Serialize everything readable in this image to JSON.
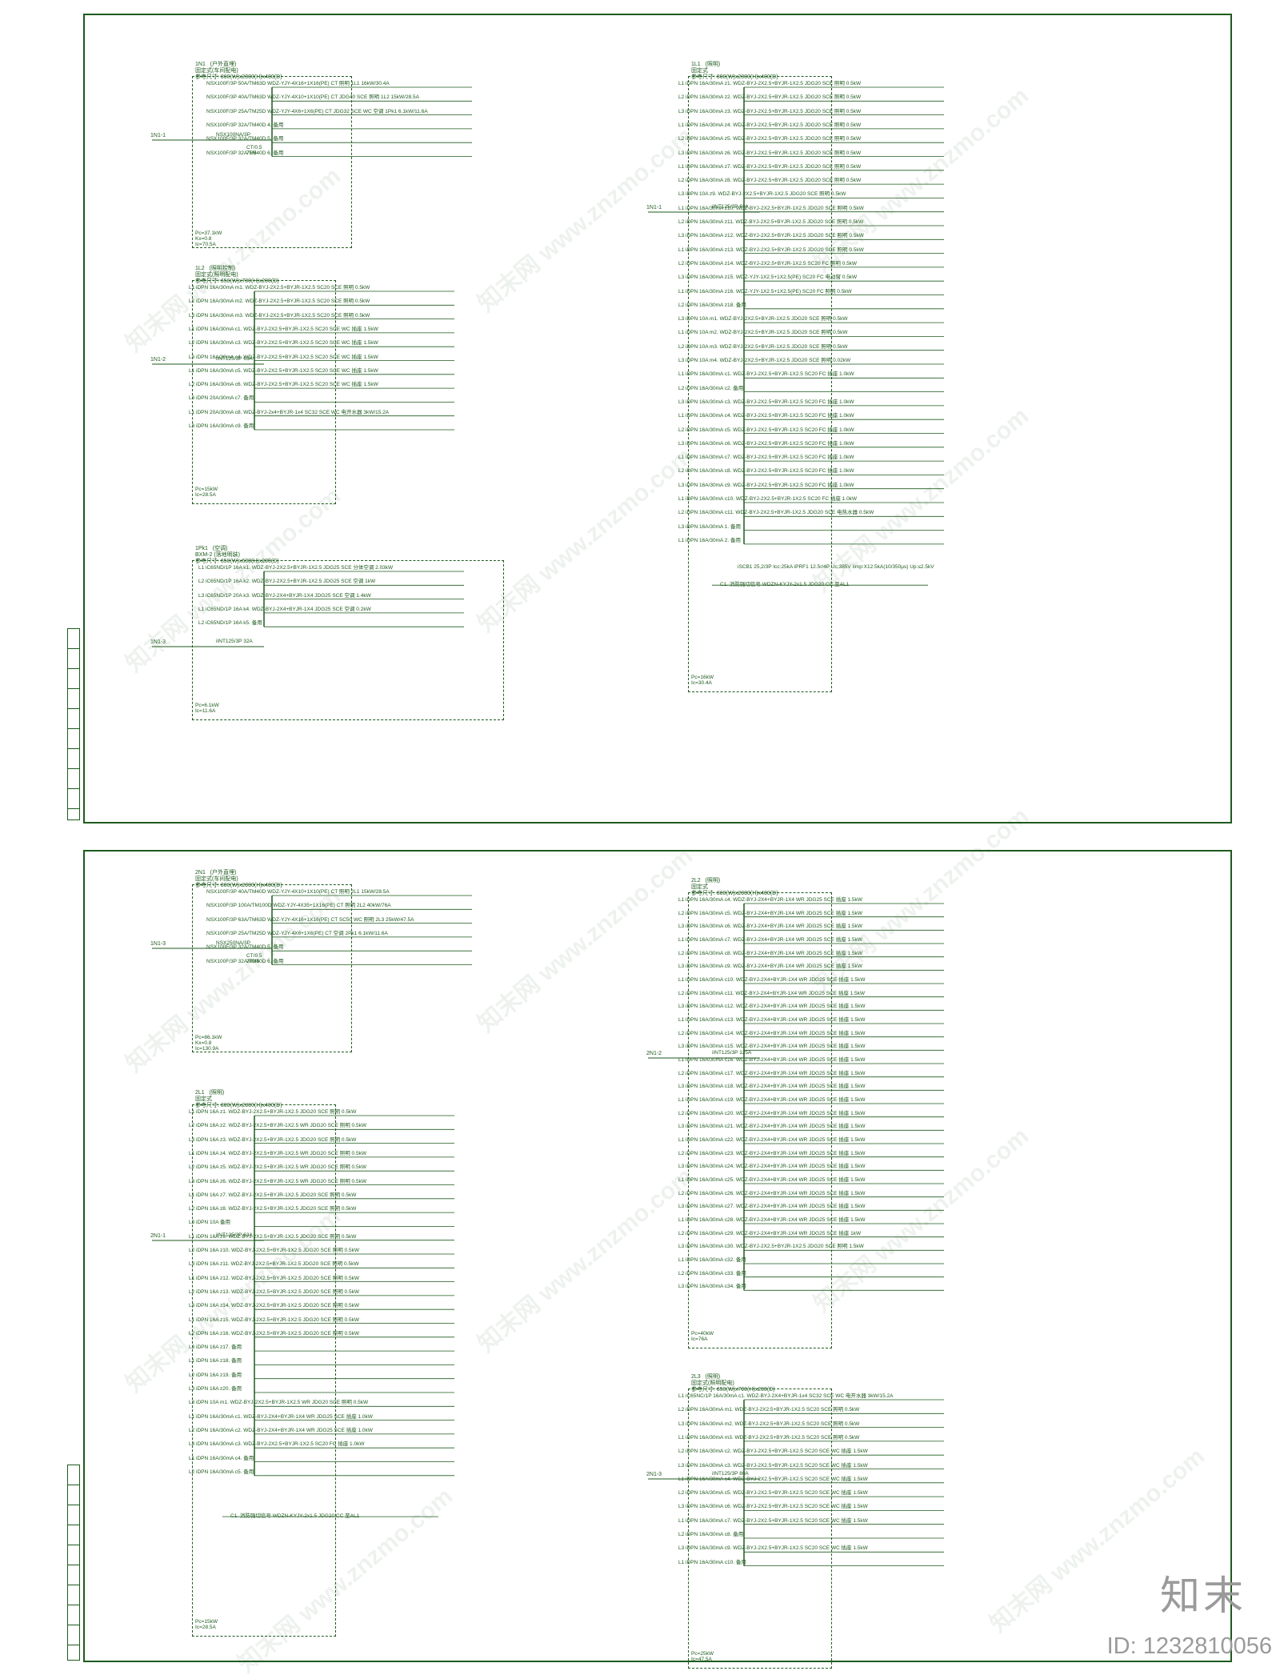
{
  "brand": {
    "name": "知末",
    "id_text": "ID: 1232810056"
  },
  "watermark": "知末网 www.znzmo.com",
  "panels": [
    {
      "id": "1N1",
      "title": "1N1   (户外直埋)\n固定式(车间配电)\n参考尺寸: 800(W)x2000(H)x400(D)",
      "feeder": "1N1-1",
      "breaker": "NSX100NA/3P",
      "ct": "CT/0.5\n75/5",
      "rows": [
        "NSX100F/3P 50A/TM63D   WDZ-YJY-4X16+1X16(PE) CT   照明 1L1 16kW/30.4A",
        "NSX100F/3P 40A/TM63D   WDZ-YJY-4X10+1X10(PE) CT JDG40 SCE   照明 1L2 15kW/28.5A",
        "NSX100F/3P 25A/TM25D   WDZ-YJY-4X6+1X6(PE) CT JDG32 SCE WC   空调 1Pk1 6.1kW/11.6A",
        "NSX100F/3P 32A/TM40D   4.   备用",
        "NSX100F/3P 32A/TM40D   5.   备用",
        "NSX100F/3P 32A/TM40D   6.   备用"
      ],
      "totals": "Pc=37.1kW\nKx=0.8\nIc=70.5A"
    },
    {
      "id": "1L2",
      "title": "1L2   (照明控制)\n固定式(照明配电)\n参考尺寸: 650(W)x700(H)x200(D)",
      "feeder": "1N1-2",
      "breaker": "iINT125/3P 63A",
      "rows": [
        "L1 iDPN 16A/30mA   m1. WDZ-BYJ-2X2.5+BYJR-1X2.5 SC20 SCE   照明 0.5kW",
        "L2 iDPN 16A/30mA   m2. WDZ-BYJ-2X2.5+BYJR-1X2.5 SC20 SCE   照明 0.5kW",
        "L3 iDPN 16A/30mA   m3. WDZ-BYJ-2X2.5+BYJR-1X2.5 SC20 SCE   照明 0.5kW",
        "L1 iDPN 16A/30mA   c1. WDZ-BYJ-2X2.5+BYJR-1X2.5 SC20 SCE WC   插座 1.5kW",
        "L2 iDPN 16A/30mA   c3. WDZ-BYJ-2X2.5+BYJR-1X2.5 SC20 SCE WC   插座 1.5kW",
        "L3 iDPN 16A/30mA   c4. WDZ-BYJ-2X2.5+BYJR-1X2.5 SC20 SCE WC   插座 1.5kW",
        "L1 iDPN 16A/30mA   c5. WDZ-BYJ-2X2.5+BYJR-1X2.5 SC20 SCE WC   插座 1.5kW",
        "L2 iDPN 16A/30mA   c6. WDZ-BYJ-2X2.5+BYJR-1X2.5 SC20 SCE WC   插座 1.5kW",
        "L3 iDPN 20A/30mA   c7.   备用",
        "L1 iDPN 20A/30mA   c8. WDZ-BYJ-2x4+BYJR-1x4 SC32 SCE WC   电开水器 3kW/15.2A",
        "L3 iDPN 16A/30mA   c9.   备用"
      ],
      "totals": "Pc=15kW\nIc=28.5A"
    },
    {
      "id": "1Pk1",
      "title": "1Pk1   (空调)\nBXM-2 (落地明装)\n参考尺寸: 650(W)x600(H)x200(D)",
      "feeder": "1N1-3",
      "breaker": "iINT125/3P 32A",
      "rows": [
        "L1 iC65ND/1P 16A   k1. WDZ-BYJ-2X2.5+BYJR-1X2.5 JDG25 SCE   分体空调 2.03kW",
        "L2 iC65ND/1P 16A   k2. WDZ-BYJ-2X2.5+BYJR-1X2.5 JDG25 SCE   空调 1kW",
        "L3 iC65ND/1P 20A   k3. WDZ-BYJ-2X4+BYJR-1X4 JDG25 SCE   空调 1.4kW",
        "L1 iC65ND/1P 16A   k4. WDZ-BYJ-2X4+BYJR-1X4 JDG25 SCE   空调 0.2kW",
        "L2 iC65ND/1P 16A   k5.   备用"
      ],
      "totals": "Pc=6.1kW\nIc=11.6A"
    },
    {
      "id": "1L1",
      "title": "1L1   (照明)\n固定式\n参考尺寸: 800(W)x2000(H)x400(D)",
      "feeder": "1N1-1",
      "breaker": "iINT125/3P 63A",
      "rows": [
        "L1 iDPN 16A/30mA   z1. WDZ-BYJ-2X2.5+BYJR-1X2.5 JDG20 SCE   照明 0.5kW",
        "L2 iDPN 16A/30mA   z2. WDZ-BYJ-2X2.5+BYJR-1X2.5 JDG20 SCE   照明 0.5kW",
        "L3 iDPN 16A/30mA   z3. WDZ-BYJ-2X2.5+BYJR-1X2.5 JDG20 SCE   照明 0.5kW",
        "L1 iDPN 16A/30mA   z4. WDZ-BYJ-2X2.5+BYJR-1X2.5 JDG20 SCE   照明 0.5kW",
        "L2 iDPN 16A/30mA   z5. WDZ-BYJ-2X2.5+BYJR-1X2.5 JDG20 SCE   照明 0.5kW",
        "L3 iDPN 16A/30mA   z6. WDZ-BYJ-2X2.5+BYJR-1X2.5 JDG20 SCE   照明 0.5kW",
        "L1 iDPN 16A/30mA   z7. WDZ-BYJ-2X2.5+BYJR-1X2.5 JDG20 SCE   照明 0.5kW",
        "L2 iDPN 16A/30mA   z8. WDZ-BYJ-2X2.5+BYJR-1X2.5 JDG20 SCE   照明 0.5kW",
        "L3 iDPN 10A   z9. WDZ-BYJ-2X2.5+BYJR-1X2.5 JDG20 SCE   照明 0.5kW",
        "L1 iDPN 16A/30mA   z10. WDZ-BYJ-2X2.5+BYJR-1X2.5 JDG20 SCE   照明 0.5kW",
        "L2 iDPN 16A/30mA   z11. WDZ-BYJ-2X2.5+BYJR-1X2.5 JDG20 SCE   照明 0.5kW",
        "L3 iDPN 16A/30mA   z12. WDZ-BYJ-2X2.5+BYJR-1X2.5 JDG20 SCE   照明 0.5kW",
        "L1 iDPN 16A/30mA   z13. WDZ-BYJ-2X2.5+BYJR-1X2.5 JDG20 SCE   照明 0.5kW",
        "L2 iDPN 16A/30mA   z14. WDZ-BYJ-2X2.5+BYJR-1X2.5 SC20 FC   照明 0.5kW",
        "L3 iDPN 16A/30mA   z15. WDZ-YJY-1X2.5+1X2.5(PE) SC20 FC   电动窗 0.5kW",
        "L1 iDPN 16A/30mA   z16. WDZ-YJY-1X2.5+1X2.5(PE) SC20 FC   照明 0.5kW",
        "L2 iDPN 16A/30mA   z18.   备用",
        "L3 iDPN 10A   m1. WDZ-BYJ-2X2.5+BYJR-1X2.5 JDG20 SCE   照明 0.5kW",
        "L1 iDPN 10A   m2. WDZ-BYJ-2X2.5+BYJR-1X2.5 JDG20 SCE   照明 0.5kW",
        "L2 iDPN 10A   m3. WDZ-BYJ-2X2.5+BYJR-1X2.5 JDG20 SCE   照明 0.5kW",
        "L3 iDPN 10A   m4. WDZ-BYJ-2X2.5+BYJR-1X2.5 JDG20 SCE   照明 0.02kW",
        "L1 iDPN 16A/30mA   c1. WDZ-BYJ-2X2.5+BYJR-1X2.5 SC20 FC   插座 1.0kW",
        "L2 iDPN 16A/30mA   c2.   备用",
        "L3 iDPN 16A/30mA   c3. WDZ-BYJ-2X2.5+BYJR-1X2.5 SC20 FC   插座 1.0kW",
        "L1 iDPN 16A/30mA   c4. WDZ-BYJ-2X2.5+BYJR-1X2.5 SC20 FC   插座 1.0kW",
        "L2 iDPN 16A/30mA   c5. WDZ-BYJ-2X2.5+BYJR-1X2.5 SC20 FC   插座 1.0kW",
        "L3 iDPN 16A/30mA   c6. WDZ-BYJ-2X2.5+BYJR-1X2.5 SC20 FC   插座 1.0kW",
        "L1 iDPN 16A/30mA   c7. WDZ-BYJ-2X2.5+BYJR-1X2.5 SC20 FC   插座 1.0kW",
        "L2 iDPN 16A/30mA   c8. WDZ-BYJ-2X2.5+BYJR-1X2.5 SC20 FC   插座 1.0kW",
        "L3 iDPN 16A/30mA   c9. WDZ-BYJ-2X2.5+BYJR-1X2.5 SC20 FC   插座 1.0kW",
        "L1 iDPN 16A/30mA   c10. WDZ-BYJ-2X2.5+BYJR-1X2.5 SC20 FC   插座 1.0kW",
        "L2 iDPN 16A/30mA   c11. WDZ-BYJ-2X2.5+BYJR-1X2.5 JDG20 SCE   电热水器 0.5kW",
        "L3 iDPN 16A/30mA   1.   备用",
        "L1 iDPN 16A/30mA   2.   备用"
      ],
      "spd": "iSCB1 25,2/3P  Icc:25kA   iPRF1 12.5r/4P  Uc:385V  Iimp:X12.5kA(10/350μs)  Up:≤2.5kV",
      "fire": "C1. 消防强切信号   WDZN-KYJY-2x1.5 JDG20 CC   至AL1",
      "totals": "Pc=16kW\nIc=30.4A"
    },
    {
      "id": "2N1",
      "title": "2N1   (户外直埋)\n固定式(车间配电)\n参考尺寸: 800(W)x2000(H)x400(D)",
      "feeder": "1N1-3",
      "breaker": "NSX250NA/3P",
      "ct": "CT/0.5\n200/5",
      "rows": [
        "NSX100F/3P 40A/TM40D   WDZ-YJY-4X10+1X10(PE) CT   照明 2L1 15kW/28.5A",
        "NSX100F/3P 100A/TM100D   WDZ-YJY-4X35+1X16(PE) CT   照明 2L2 40kW/76A",
        "NSX100F/3P 63A/TM63D   WDZ-YJY-4X16+1X16(PE) CT SC50 WC   照明 2L3 25kW/47.5A",
        "NSX100F/3P 25A/TM25D   WDZ-YJY-4X6+1X6(PE) CT   空调 2Pk1 6.1kW/11.6A",
        "NSX100F/3P 32A/TM40D   5.   备用",
        "NSX100F/3P 32A/TM40D   6.   备用"
      ],
      "totals": "Pc=86.1kW\nKx=0.8\nIc=130.9A"
    },
    {
      "id": "2L1",
      "title": "2L1   (照明)\n固定式\n参考尺寸: 800(W)x2000(H)x400(D)",
      "feeder": "2N1-1",
      "breaker": "iINT125/3P 63A",
      "rows": [
        "L1 iDPN 16A   z1. WDZ-BYJ-2X2.5+BYJR-1X2.5 JDG20 SCE   照明 0.5kW",
        "L2 iDPN 16A   z2. WDZ-BYJ-2X2.5+BYJR-1X2.5 WR JDG20 SCE   照明 0.5kW",
        "L3 iDPN 16A   z3. WDZ-BYJ-2X2.5+BYJR-1X2.5 JDG20 SCE   照明 0.5kW",
        "L1 iDPN 16A   z4. WDZ-BYJ-2X2.5+BYJR-1X2.5 WR JDG20 SCE   照明 0.5kW",
        "L2 iDPN 16A   z5. WDZ-BYJ-2X2.5+BYJR-1X2.5 WR JDG20 SCE   照明 0.5kW",
        "L3 iDPN 16A   z6. WDZ-BYJ-2X2.5+BYJR-1X2.5 WR JDG20 SCE   照明 0.5kW",
        "L1 iDPN 16A   z7. WDZ-BYJ-2X2.5+BYJR-1X2.5 JDG20 SCE   照明 0.5kW",
        "L2 iDPN 16A   z8. WDZ-BYJ-2X2.5+BYJR-1X2.5 JDG20 SCE   照明 0.5kW",
        "L3 iDPN 10A   备用",
        "L1 iDPN 16A   z9. WDZ-BYJ-2X2.5+BYJR-1X2.5 JDG20 SCE   照明 0.5kW",
        "L2 iDPN 16A   z10. WDZ-BYJ-2X2.5+BYJR-1X2.5 JDG20 SCE   照明 0.5kW",
        "L3 iDPN 16A   z11. WDZ-BYJ-2X2.5+BYJR-1X2.5 JDG20 SCE   照明 0.5kW",
        "L1 iDPN 16A   z12. WDZ-BYJ-2X2.5+BYJR-1X2.5 JDG20 SCE   照明 0.5kW",
        "L2 iDPN 16A   z13. WDZ-BYJ-2X2.5+BYJR-1X2.5 JDG20 SCE   照明 0.5kW",
        "L3 iDPN 16A   z14. WDZ-BYJ-2X2.5+BYJR-1X2.5 JDG20 SCE   照明 0.5kW",
        "L1 iDPN 16A   z15. WDZ-BYJ-2X2.5+BYJR-1X2.5 JDG20 SCE   照明 0.5kW",
        "L2 iDPN 16A   z16. WDZ-BYJ-2X2.5+BYJR-1X2.5 JDG20 SCE   照明 0.5kW",
        "L3 iDPN 16A   z17.   备用",
        "L1 iDPN 16A   z18.   备用",
        "L2 iDPN 16A   z19.   备用",
        "L3 iDPN 16A   z20.   备用",
        "L3 iDPN 10A   m1. WDZ-BYJ-2X2.5+BYJR-1X2.5 WR JDG20 SCE   照明 0.5kW",
        "L1 iDPN 16A/30mA   c1. WDZ-BYJ-2X4+BYJR-1X4 WR JDG25 SCE   插座 1.0kW",
        "L2 iDPN 16A/30mA   c2. WDZ-BYJ-2X4+BYJR-1X4 WR JDG25 SCE   插座 1.0kW",
        "L3 iDPN 16A/30mA   c3. WDZ-BYJ-2X2.5+BYJR-1X2.5 SC20 FC   插座 1.0kW",
        "L1 iDPN 16A/30mA   c4.   备用",
        "L2 iDPN 16A/30mA   c5.   备用"
      ],
      "fire": "C1. 消防强切信号   WDZN-KYJY-2x1.5 JDG20 CC   至AL1",
      "totals": "Pc=15kW\nIc=28.5A"
    },
    {
      "id": "2L2",
      "title": "2L2   (照明)\n固定式\n参考尺寸: 800(W)x2000(H)x400(D)",
      "feeder": "2N1-2",
      "breaker": "iINT125/3P 125A",
      "rows": [
        "L1 iDPN 16A/30mA   c4. WDZ-BYJ-2X4+BYJR-1X4 WR JDG25 SCE   插座 1.5kW",
        "L2 iDPN 16A/30mA   c5. WDZ-BYJ-2X4+BYJR-1X4 WR JDG25 SCE   插座 1.5kW",
        "L3 iDPN 16A/30mA   c6. WDZ-BYJ-2X4+BYJR-1X4 WR JDG25 SCE   插座 1.5kW",
        "L1 iDPN 16A/30mA   c7. WDZ-BYJ-2X4+BYJR-1X4 WR JDG25 SCE   插座 1.5kW",
        "L2 iDPN 16A/30mA   c8. WDZ-BYJ-2X4+BYJR-1X4 WR JDG25 SCE   插座 1.5kW",
        "L3 iDPN 16A/30mA   c9. WDZ-BYJ-2X4+BYJR-1X4 WR JDG25 SCE   插座 1.5kW",
        "L1 iDPN 16A/30mA   c10. WDZ-BYJ-2X4+BYJR-1X4 WR JDG25 SCE   插座 1.5kW",
        "L2 iDPN 16A/30mA   c11. WDZ-BYJ-2X4+BYJR-1X4 WR JDG25 SCE   插座 1.5kW",
        "L3 iDPN 16A/30mA   c12. WDZ-BYJ-2X4+BYJR-1X4 WR JDG25 SCE   插座 1.5kW",
        "L1 iDPN 16A/30mA   c13. WDZ-BYJ-2X4+BYJR-1X4 WR JDG25 SCE   插座 1.5kW",
        "L2 iDPN 16A/30mA   c14. WDZ-BYJ-2X4+BYJR-1X4 WR JDG25 SCE   插座 1.5kW",
        "L3 iDPN 16A/30mA   c15. WDZ-BYJ-2X4+BYJR-1X4 WR JDG25 SCE   插座 1.5kW",
        "L1 iDPN 16A/30mA   c16. WDZ-BYJ-2X4+BYJR-1X4 WR JDG25 SCE   插座 1.5kW",
        "L2 iDPN 16A/30mA   c17. WDZ-BYJ-2X4+BYJR-1X4 WR JDG25 SCE   插座 1.5kW",
        "L3 iDPN 16A/30mA   c18. WDZ-BYJ-2X4+BYJR-1X4 WR JDG25 SCE   插座 1.5kW",
        "L1 iDPN 16A/30mA   c19. WDZ-BYJ-2X4+BYJR-1X4 WR JDG25 SCE   插座 1.5kW",
        "L2 iDPN 16A/30mA   c20. WDZ-BYJ-2X4+BYJR-1X4 WR JDG25 SCE   插座 1.5kW",
        "L3 iDPN 16A/30mA   c21. WDZ-BYJ-2X4+BYJR-1X4 WR JDG25 SCE   插座 1.5kW",
        "L1 iDPN 16A/30mA   c22. WDZ-BYJ-2X4+BYJR-1X4 WR JDG25 SCE   插座 1.5kW",
        "L2 iDPN 16A/30mA   c23. WDZ-BYJ-2X4+BYJR-1X4 WR JDG25 SCE   插座 1.5kW",
        "L3 iDPN 16A/30mA   c24. WDZ-BYJ-2X4+BYJR-1X4 WR JDG25 SCE   插座 1.5kW",
        "L1 iDPN 16A/30mA   c25. WDZ-BYJ-2X4+BYJR-1X4 WR JDG25 SCE   插座 1.5kW",
        "L2 iDPN 16A/30mA   c26. WDZ-BYJ-2X4+BYJR-1X4 WR JDG25 SCE   插座 1.5kW",
        "L3 iDPN 16A/30mA   c27. WDZ-BYJ-2X4+BYJR-1X4 WR JDG25 SCE   插座 1.5kW",
        "L1 iDPN 16A/30mA   c28. WDZ-BYJ-2X4+BYJR-1X4 WR JDG25 SCE   插座 1.5kW",
        "L2 iDPN 16A/30mA   c29. WDZ-BYJ-2X4+BYJR-1X4 WR JDG25 SCE   插座 1kW",
        "L3 iDPN 16A/30mA   c30. WDZ-BYJ-2X2.5+BYJR-1X2.5 JDG20 SCE   照明 1.5kW",
        "L1 iDPN 16A/30mA   c32.   备用",
        "L2 iDPN 16A/30mA   c33.   备用",
        "L3 iDPN 16A/30mA   c34.   备用"
      ],
      "totals": "Pc=40kW\nIc=76A"
    },
    {
      "id": "2L3",
      "title": "2L3   (照明)\n固定式(照明配电)\n参考尺寸: 650(W)x700(H)x200(D)",
      "feeder": "2N1-3",
      "breaker": "iINT125/3P 80A",
      "rows": [
        "L1 iC65NC/1P 16A/30mA   c1. WDZ-BYJ-2X4+BYJR-1x4 SC32 SCE WC   电开水器 3kW/15.2A",
        "L2 iDPN 16A/30mA   m1. WDZ-BYJ-2X2.5+BYJR-1X2.5 SC20 SCE   照明 0.5kW",
        "L3 iDPN 16A/30mA   m2. WDZ-BYJ-2X2.5+BYJR-1X2.5 SC20 SCE   照明 0.5kW",
        "L1 iDPN 16A/30mA   m3. WDZ-BYJ-2X2.5+BYJR-1X2.5 SC20 SCE   照明 0.5kW",
        "L2 iDPN 16A/30mA   c2. WDZ-BYJ-2X2.5+BYJR-1X2.5 SC20 SCE WC   插座 1.5kW",
        "L3 iDPN 16A/30mA   c3. WDZ-BYJ-2X2.5+BYJR-1X2.5 SC20 SCE WC   插座 1.5kW",
        "L1 iDPN 16A/30mA   c4. WDZ-BYJ-2X2.5+BYJR-1X2.5 SC20 SCE WC   插座 1.5kW",
        "L2 iDPN 16A/30mA   c5. WDZ-BYJ-2X2.5+BYJR-1X2.5 SC20 SCE WC   插座 1.5kW",
        "L3 iDPN 16A/30mA   c6. WDZ-BYJ-2X2.5+BYJR-1X2.5 SC20 SCE WC   插座 1.5kW",
        "L1 iDPN 16A/30mA   c7. WDZ-BYJ-2X2.5+BYJR-1X2.5 SC20 SCE WC   插座 1.5kW",
        "L2 iDPN 16A/30mA   c8.   备用",
        "L3 iDPN 16A/30mA   c9. WDZ-BYJ-2X2.5+BYJR-1X2.5 SC20 SCE WC   插座 1.5kW",
        "L1 iDPN 16A/30mA   c10.   备用"
      ],
      "totals": "Pc=25kW\nIc=47.5A"
    }
  ]
}
